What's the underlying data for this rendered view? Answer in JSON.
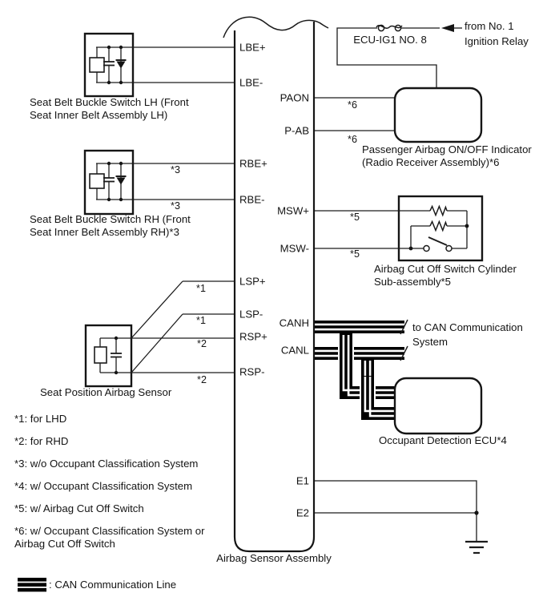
{
  "ports": {
    "lbe_plus": "LBE+",
    "lbe_minus": "LBE-",
    "paon": "PAON",
    "p_ab": "P-AB",
    "rbe_plus": "RBE+",
    "rbe_minus": "RBE-",
    "msw_plus": "MSW+",
    "msw_minus": "MSW-",
    "lsp_plus": "LSP+",
    "lsp_minus": "LSP-",
    "rsp_plus": "RSP+",
    "rsp_minus": "RSP-",
    "canh": "CANH",
    "canl": "CANL",
    "e1": "E1",
    "e2": "E2"
  },
  "tags": {
    "t1": "*1",
    "t2": "*2",
    "t3": "*3",
    "t5": "*5",
    "t6": "*6"
  },
  "components": {
    "fuse_label": "ECU-IG1 NO. 8",
    "ignition_line1": "from No. 1",
    "ignition_line2": "Ignition Relay",
    "buckle_lh_line1": "Seat Belt Buckle Switch LH (Front",
    "buckle_lh_line2": "Seat Inner Belt Assembly LH)",
    "buckle_rh_line1": "Seat Belt Buckle Switch RH (Front",
    "buckle_rh_line2": "Seat Inner Belt Assembly RH)*3",
    "indicator_line1": "Passenger Airbag ON/OFF Indicator",
    "indicator_line2": "(Radio Receiver Assembly)*6",
    "cutoff_line1": "Airbag Cut Off Switch Cylinder",
    "cutoff_line2": "Sub-assembly*5",
    "seat_position": "Seat Position Airbag Sensor",
    "can_line1": "to CAN Communication",
    "can_line2": "System",
    "ecu": "Occupant Detection ECU*4",
    "assembly": "Airbag Sensor Assembly"
  },
  "notes": [
    "*1: for LHD",
    "*2: for RHD",
    "*3: w/o Occupant Classification System",
    "*4: w/ Occupant Classification System",
    "*5: w/ Airbag Cut Off Switch",
    "*6: w/ Occupant Classification System or",
    "Airbag Cut Off Switch"
  ],
  "legend": {
    "label": ": CAN Communication Line"
  },
  "colors": {
    "line": "#141414",
    "background": "#ffffff"
  }
}
